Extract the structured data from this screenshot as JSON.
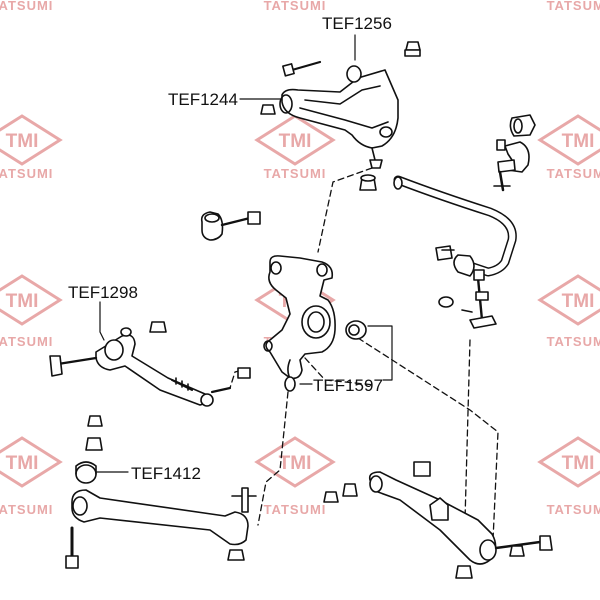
{
  "watermark": {
    "brand": "TATSUMI",
    "logo_text": "TMI",
    "color": "#e8a8a8"
  },
  "parts": [
    {
      "id": "tef1256",
      "label": "TEF1256"
    },
    {
      "id": "tef1244",
      "label": "TEF1244"
    },
    {
      "id": "tef1298",
      "label": "TEF1298"
    },
    {
      "id": "tef1597",
      "label": "TEF1597"
    },
    {
      "id": "tef1412",
      "label": "TEF1412"
    }
  ],
  "colors": {
    "line": "#111111",
    "background": "#ffffff"
  }
}
